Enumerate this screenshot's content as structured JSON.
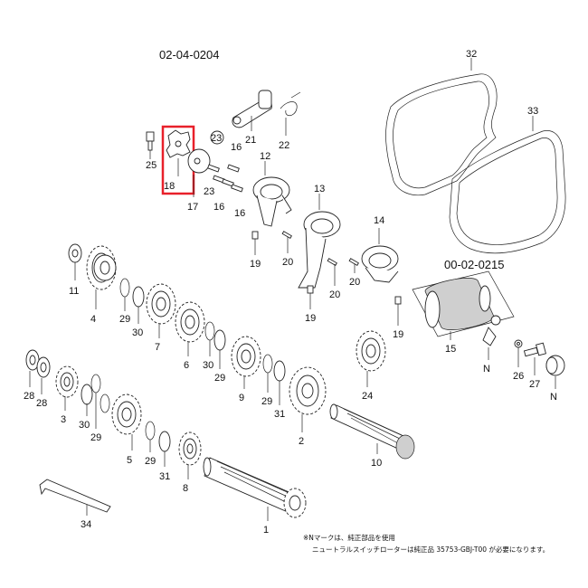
{
  "diagram": {
    "code_main": "02-04-0204",
    "code_sub": "00-02-0215",
    "parts": {
      "p1": "1",
      "p2": "2",
      "p3": "3",
      "p4": "4",
      "p5": "5",
      "p6": "6",
      "p7": "7",
      "p8": "8",
      "p9": "9",
      "p10": "10",
      "p11": "11",
      "p12": "12",
      "p13": "13",
      "p14": "14",
      "p15": "15",
      "p16": "16",
      "p17": "17",
      "p18": "18",
      "p19": "19",
      "p20": "20",
      "p21": "21",
      "p22": "22",
      "p23": "23",
      "p24": "24",
      "p25": "25",
      "p26": "26",
      "p27": "27",
      "p28": "28",
      "p29": "29",
      "p30": "30",
      "p31": "31",
      "p32": "32",
      "p33": "33",
      "p34": "34",
      "pN": "N"
    },
    "notes": {
      "line1": "※Nマークは、純正部品を使用",
      "line2": "ニュートラルスイッチローターは純正品 35753-GBJ-T00 が必要になります。"
    },
    "highlight_color": "#e8202a"
  }
}
